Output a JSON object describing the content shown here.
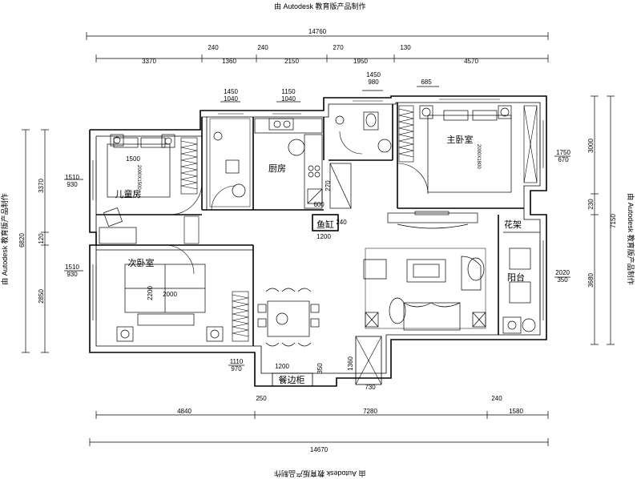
{
  "watermark": "由 Autodesk 教育版产品制作",
  "dimensions": {
    "top_total": "14760",
    "top_segments": [
      "3370",
      "1360",
      "2150",
      "1950",
      "4570"
    ],
    "top_gaps": [
      "240",
      "240",
      "270",
      "130"
    ],
    "bottom_total": "14670",
    "bottom_segments": [
      "4840",
      "7280",
      "1580"
    ],
    "bottom_gaps": [
      "250",
      "240"
    ],
    "left_outer": "6820",
    "left_inner": [
      "3370",
      "120",
      "2850"
    ],
    "right_outer": "7150",
    "right_inner": [
      "3000",
      "230",
      "3680"
    ],
    "windows": {
      "w1_top": "1450",
      "w1_bot": "1040",
      "w2_top": "1150",
      "w2_bot": "1040",
      "w3_top": "1450",
      "w3_bot": "980",
      "w4": "685",
      "w5_top": "1510",
      "w5_bot": "930",
      "w6_top": "1510",
      "w6_bot": "930",
      "w7_top": "1750",
      "w7_bot": "670",
      "w8_top": "2020",
      "w8_bot": "350",
      "w9_top": "1110",
      "w9_bot": "970"
    },
    "inner": {
      "kids_bed": "1500",
      "second_bed_w": "2000",
      "second_bed_h": "2200",
      "d270": "270",
      "d600": "600",
      "d1200": "1200",
      "d240": "240",
      "d1360": "1360",
      "d730": "730",
      "d1200b": "1200",
      "d350": "350"
    }
  },
  "rooms": {
    "kids": "儿童房",
    "kitchen": "厨房",
    "master": "主卧室",
    "second": "次卧室",
    "fish_tank": "鱼缸",
    "flower_shelf": "花架",
    "balcony": "阳台",
    "sideboard": "餐边柜"
  },
  "bed_labels": {
    "kids": "2000X1500",
    "master": "2000X1800"
  }
}
